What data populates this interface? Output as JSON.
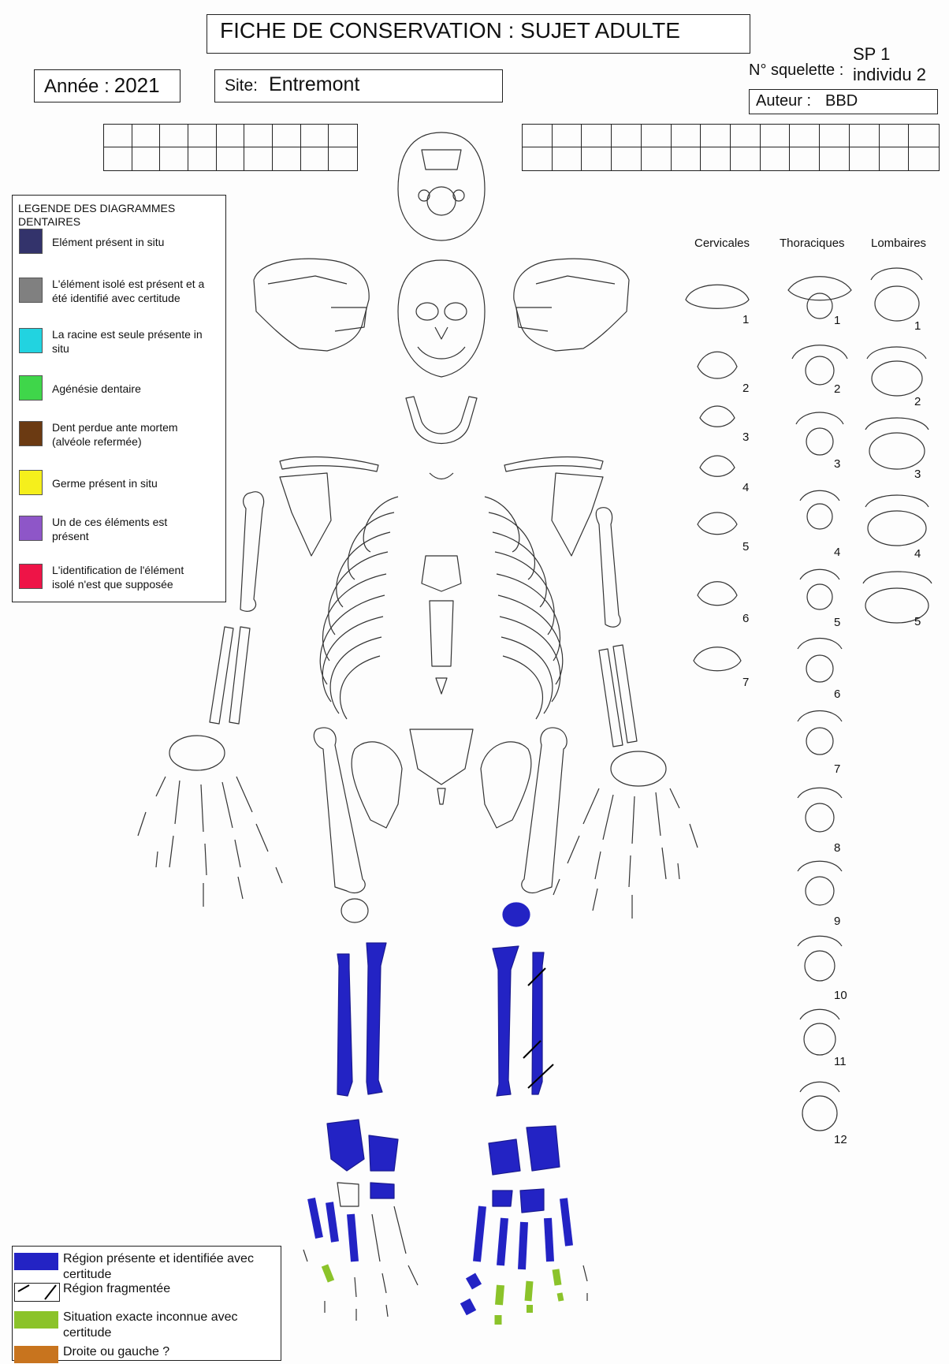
{
  "header": {
    "title": "FICHE DE CONSERVATION : SUJET ADULTE",
    "annee_label": "Année :",
    "annee_value": "2021",
    "site_label": "Site:",
    "site_value": "Entremont",
    "squelette_label": "N° squelette :",
    "squelette_value_line1": "SP 1",
    "squelette_value_line2": "individu 2",
    "auteur_label": "Auteur :",
    "auteur_value": "BBD"
  },
  "dental_legend": {
    "heading_line1": "LEGENDE DES DIAGRAMMES",
    "heading_line2": "DENTAIRES",
    "items": [
      {
        "color": "#33336b",
        "line1": "Elément présent in situ",
        "line2": ""
      },
      {
        "color": "#808080",
        "line1": "L'élément isolé est présent et a",
        "line2": "été identifié avec certitude"
      },
      {
        "color": "#22d3e0",
        "line1": "La racine est seule présente in",
        "line2": "situ"
      },
      {
        "color": "#3fd64a",
        "line1": "Agénésie dentaire",
        "line2": ""
      },
      {
        "color": "#6b3a12",
        "line1": "Dent perdue ante mortem",
        "line2": "(alvéole refermée)"
      },
      {
        "color": "#f5ef1c",
        "line1": "Germe présent in situ",
        "line2": ""
      },
      {
        "color": "#8e56c8",
        "line1": "Un de ces éléments est",
        "line2": "présent"
      },
      {
        "color": "#ee1447",
        "line1": "L'identification de l'élément",
        "line2": "isolé n'est que supposée"
      }
    ]
  },
  "vertebrae": {
    "cervicales_label": "Cervicales",
    "thoraciques_label": "Thoraciques",
    "lombaires_label": "Lombaires",
    "cervicales": [
      "1",
      "2",
      "3",
      "4",
      "5",
      "6",
      "7"
    ],
    "thoraciques": [
      "1",
      "2",
      "3",
      "4",
      "5",
      "6",
      "7",
      "8",
      "9",
      "10",
      "11",
      "12"
    ],
    "lombaires": [
      "1",
      "2",
      "3",
      "4",
      "5"
    ]
  },
  "skeleton_legend": {
    "items": [
      {
        "color": "#2323c4",
        "line1": "Région présente et identifiée avec",
        "line2": "certitude"
      },
      {
        "color": "hatch",
        "line1": "Région fragmentée",
        "line2": ""
      },
      {
        "color": "#8bc32a",
        "line1": "Situation exacte inconnue avec",
        "line2": "certitude"
      },
      {
        "color": "#c8741e",
        "line1": "Droite ou gauche ?",
        "line2": ""
      }
    ]
  },
  "colors": {
    "present": "#2323c4",
    "uncertain": "#8bc32a"
  }
}
